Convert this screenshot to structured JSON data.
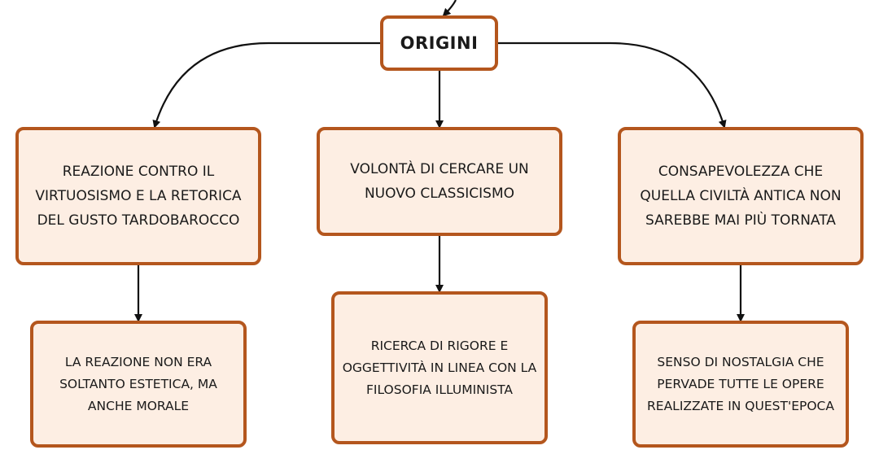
{
  "diagram": {
    "root": {
      "label": "ORIGINI"
    },
    "branches": [
      {
        "cause": "REAZIONE CONTRO IL VIRTUOSISMO E LA RETORICA DEL GUSTO TARDOBAROCCO",
        "consequence": "LA REAZIONE NON ERA SOLTANTO ESTETICA, MA ANCHE MORALE"
      },
      {
        "cause": "VOLONTÀ DI CERCARE UN NUOVO CLASSICISMO",
        "consequence": "RICERCA DI RIGORE E OGGETTIVITÀ IN LINEA CON LA FILOSOFIA ILLUMINISTA"
      },
      {
        "cause": "CONSAPEVOLEZZA CHE QUELLA CIVILTÀ ANTICA NON SAREBBE MAI PIÙ TORNATA",
        "consequence": "SENSO DI NOSTALGIA CHE PERVADE TUTTE LE OPERE REALIZZATE IN QUEST'EPOCA"
      }
    ],
    "colors": {
      "box_border": "#b4561d",
      "box_fill": "#fdeee3",
      "root_fill": "#ffffff",
      "connector": "#111111",
      "text": "#1a1a1a"
    }
  }
}
